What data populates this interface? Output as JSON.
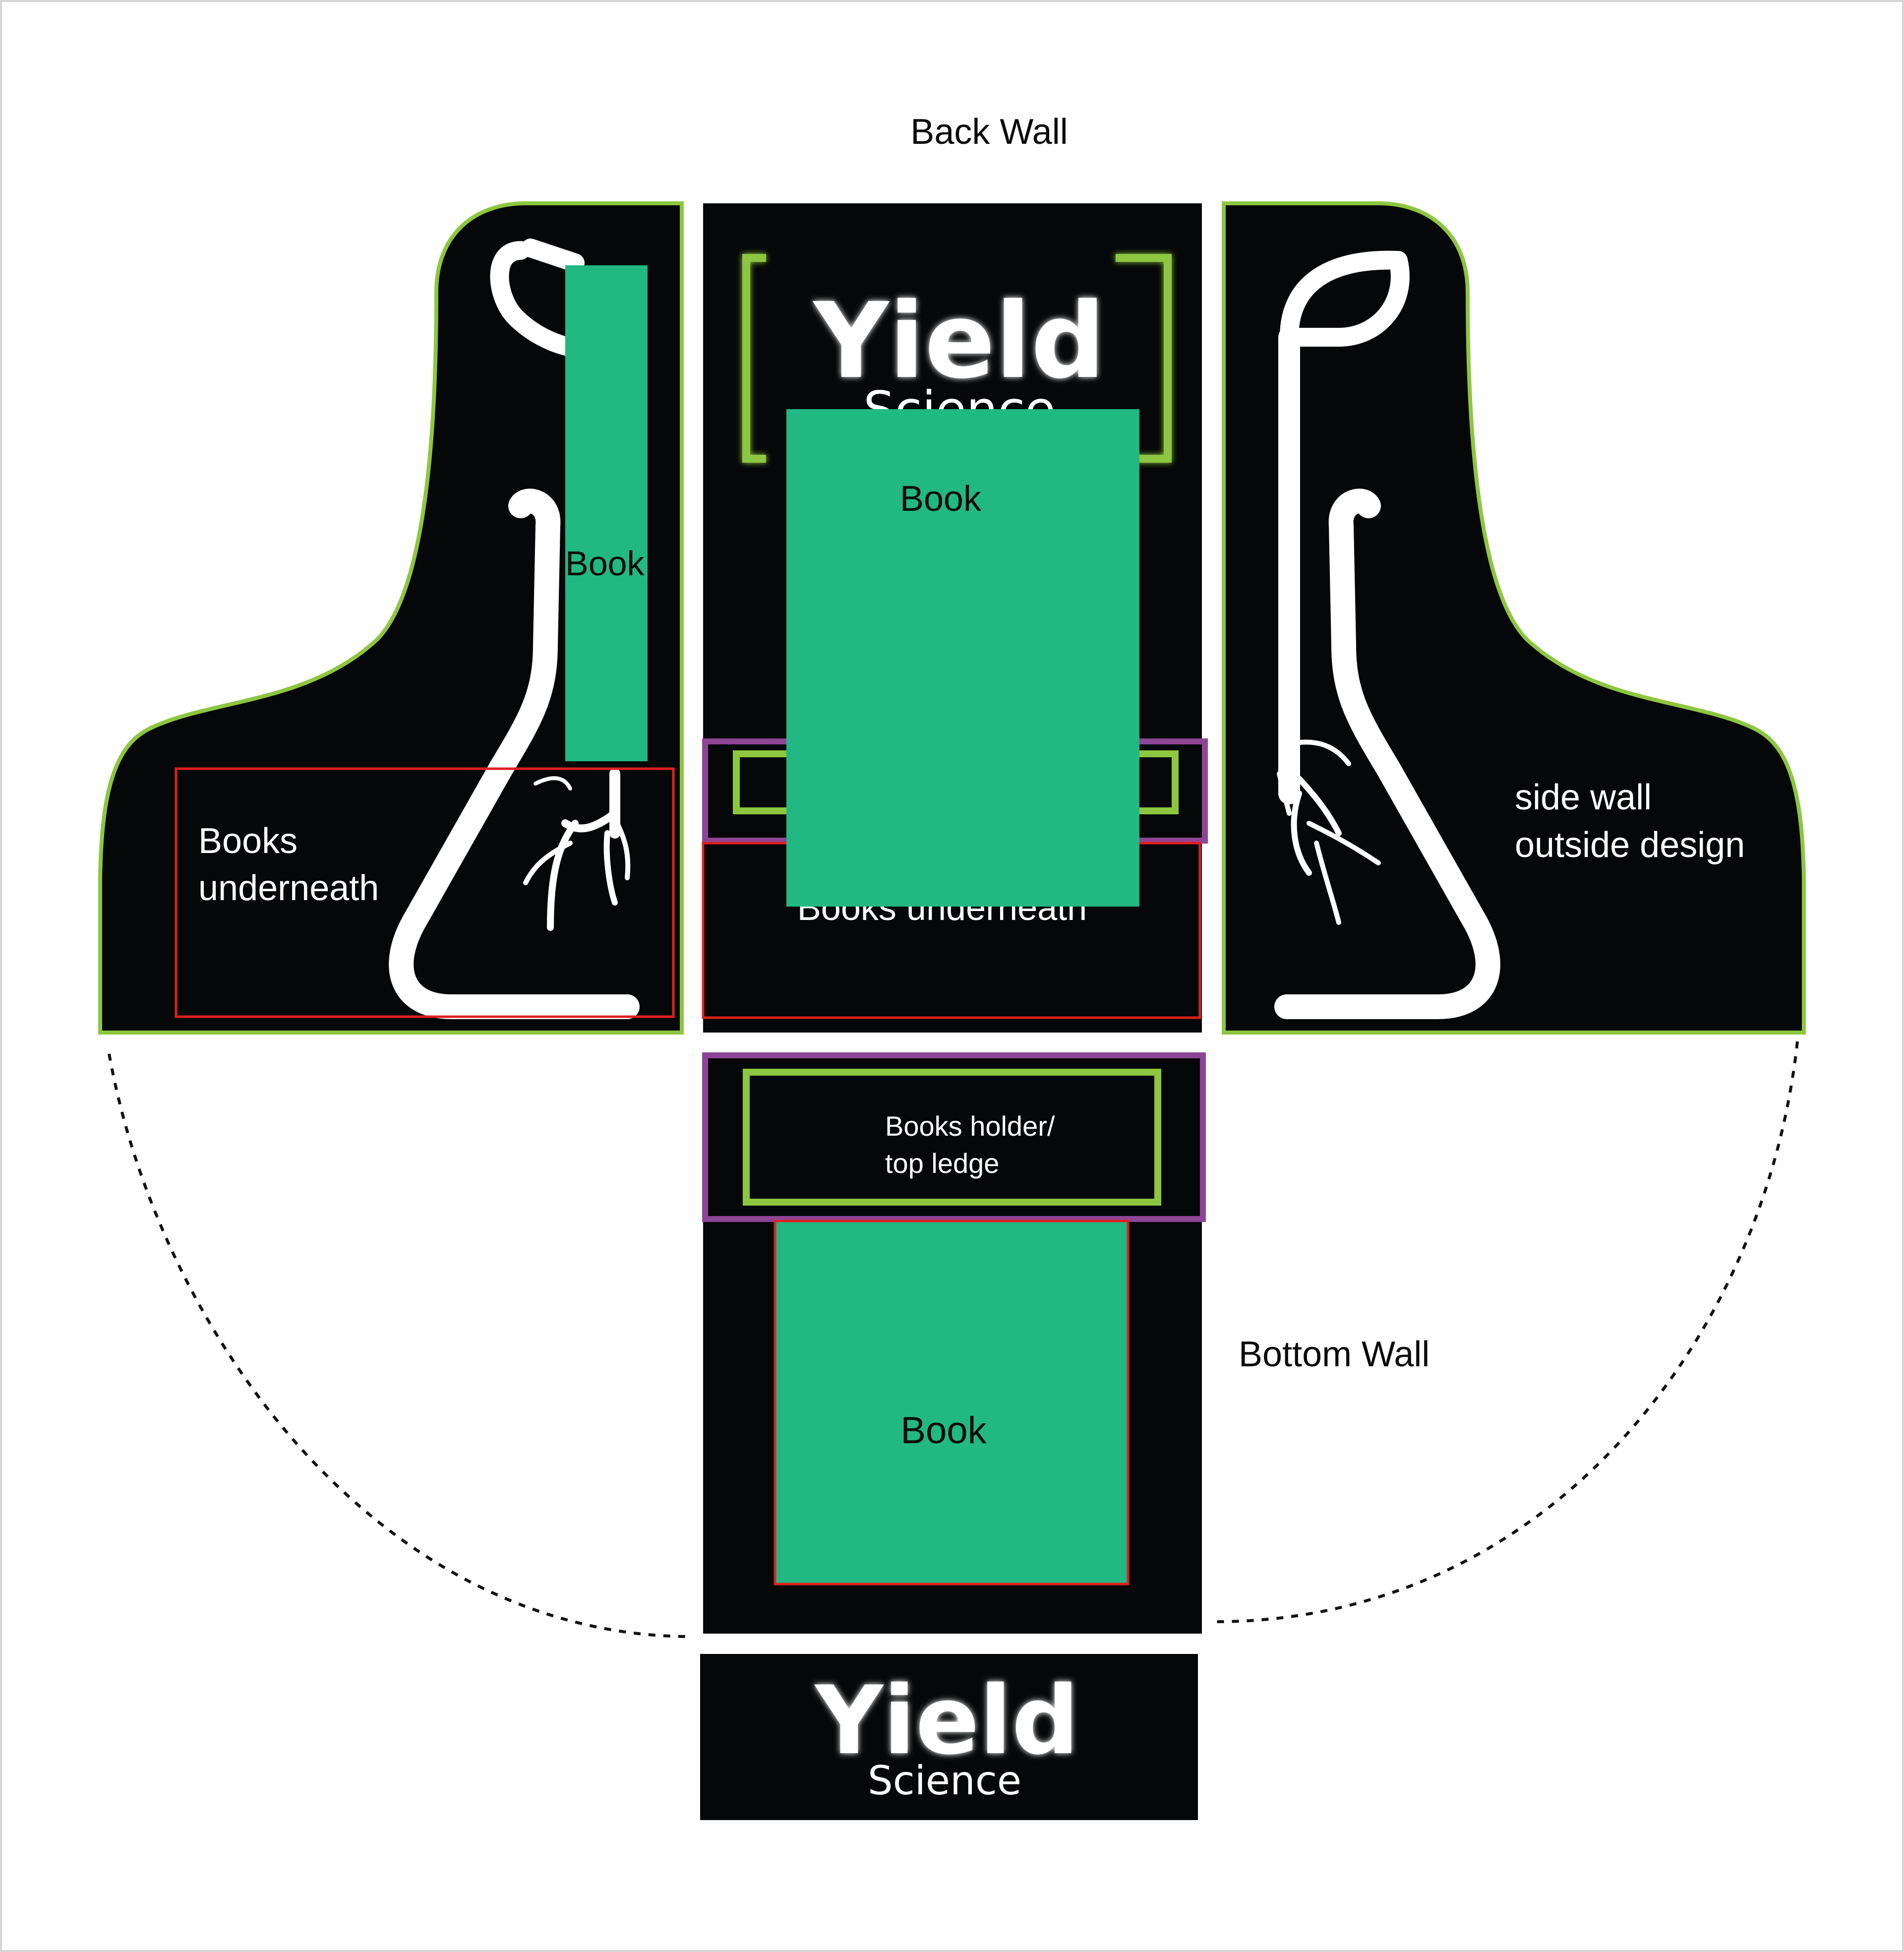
{
  "labels": {
    "back_wall": "Back Wall",
    "bottom_wall": "Bottom Wall",
    "side_wall_line1": "side wall",
    "side_wall_line2": "outside design",
    "books_underneath_line1": "Books",
    "books_underneath_line2": "underneath",
    "books_underneath_center": "Books underneath",
    "book": "Book",
    "books_holder_line1": "Books holder/",
    "books_holder_line2": "top ledge"
  },
  "logo": {
    "title": "Yield",
    "subtitle": "Science"
  },
  "colors": {
    "panel": "#050708",
    "accent_green": "#8dc63f",
    "book_green": "#22b884",
    "purple": "#8e4596",
    "red": "#e0201f"
  }
}
